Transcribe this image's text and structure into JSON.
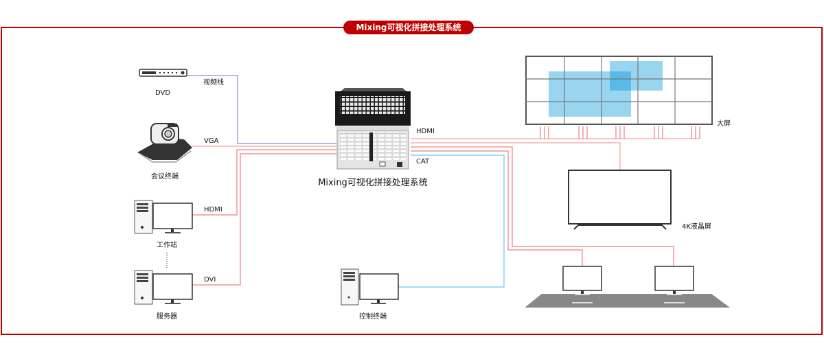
{
  "title": "Mixing可视化拼接处理系统",
  "center_device": {
    "caption": "Mixing可视化拼接处理系统"
  },
  "devices": {
    "dvd": "DVD",
    "conference": "会议终端",
    "workstation": "工作站",
    "server": "服务器",
    "control": "控制终端",
    "video_wall": "大屏",
    "tv4k": "4K液晶屏"
  },
  "links": {
    "video_cable": "视频线",
    "vga": "VGA",
    "hdmi_in": "HDMI",
    "dvi": "DVI",
    "hdmi_out": "HDMI",
    "cat": "CAT"
  },
  "colors": {
    "frame": "#c00000",
    "signal_red": "#f07f7f",
    "signal_purple": "#a783c6",
    "signal_blue": "#6ec6ee",
    "window_blue": "#8fd0ee"
  }
}
